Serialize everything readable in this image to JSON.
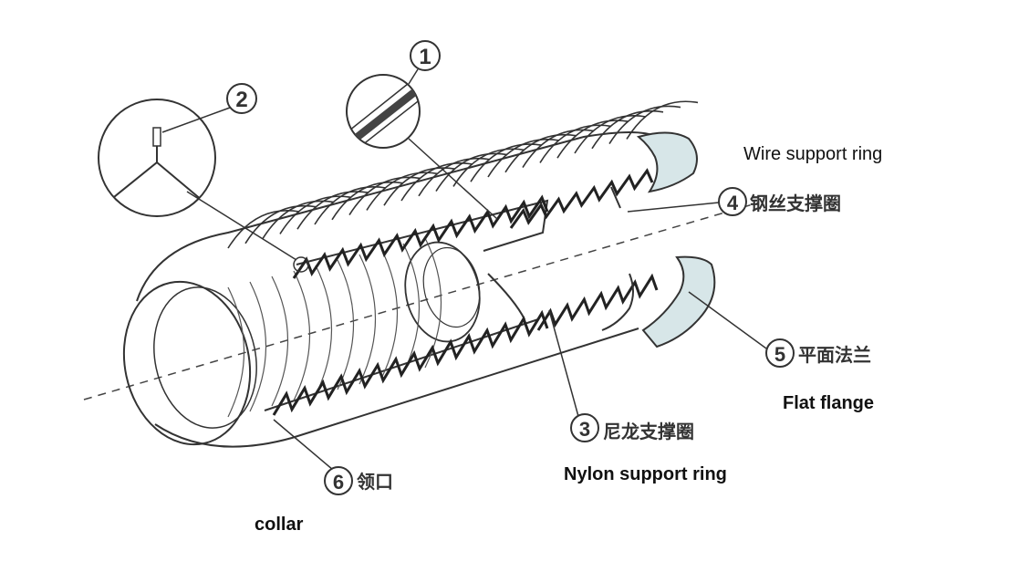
{
  "labels": {
    "wire_support_ring_en": "Wire support ring",
    "flat_flange_en": "Flat flange",
    "nylon_support_ring_en": "Nylon support ring",
    "collar_en": "collar",
    "callout_1": "1",
    "callout_2": "2",
    "callout_3": "3",
    "callout_4": "4",
    "callout_5": "5",
    "callout_6": "6",
    "callout_4_cn": "钢丝支撑圈",
    "callout_5_cn": "平面法兰",
    "callout_3_cn": "尼龙支撑圈",
    "callout_6_cn": "领口"
  }
}
